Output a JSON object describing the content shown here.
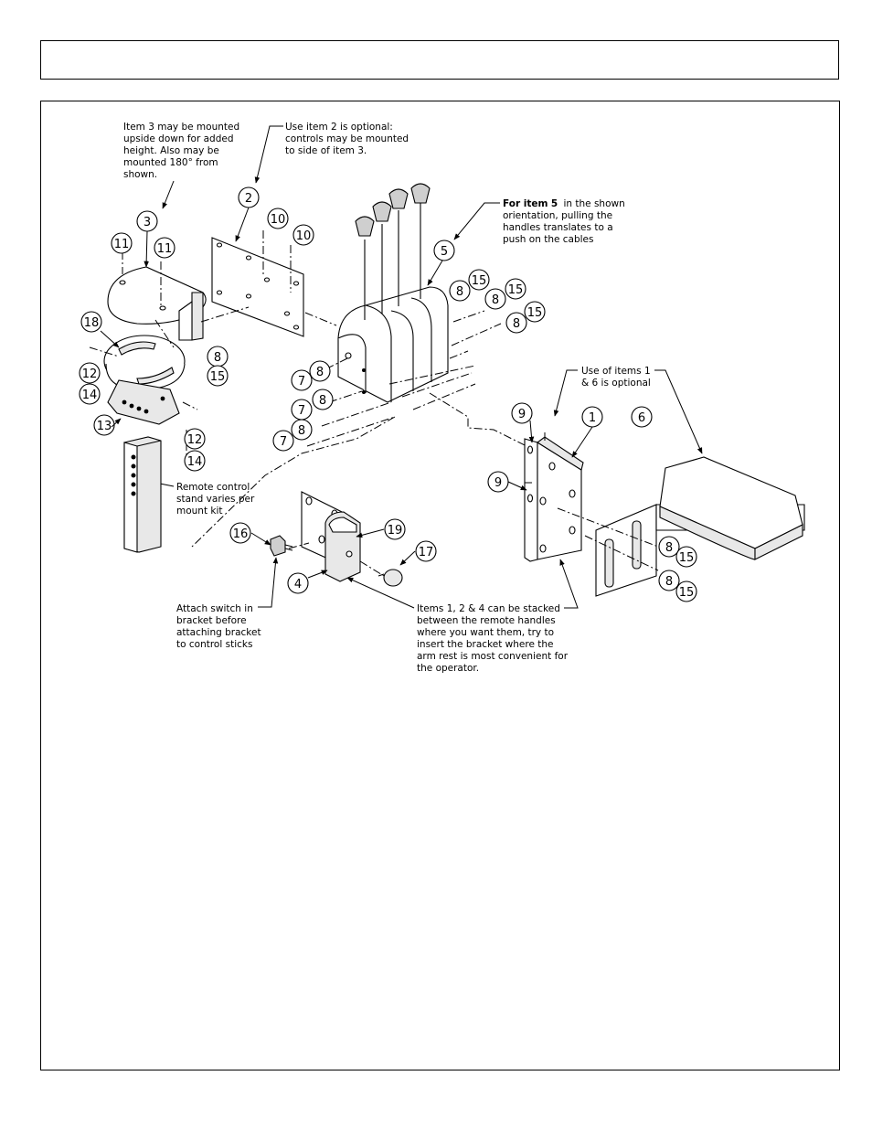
{
  "header": {
    "title": ""
  },
  "notes": {
    "item3": [
      "Item 3 may be mounted",
      "upside down for added",
      "height. Also may be",
      "mounted 180° from",
      "shown."
    ],
    "item2": [
      "Use item 2 is optional:",
      "controls may be mounted",
      "to side of item 3."
    ],
    "item5": [
      "For item 5 in the shown",
      "orientation, pulling the",
      "handles translates to a",
      "push on the cables"
    ],
    "item5_bold": [
      "For item",
      "5"
    ],
    "items16": [
      "Use of items 1",
      "& 6 is optional"
    ],
    "stand": [
      "Remote control",
      "stand varies per",
      "mount kit"
    ],
    "switch": [
      "Attach switch in",
      "bracket before",
      "attaching bracket",
      "to control sticks"
    ],
    "stack": [
      "Items 1, 2 & 4 can be stacked",
      "between the remote handles",
      "where you want them, try to",
      "insert the bracket where the",
      "arm rest is most convenient for",
      "the operator."
    ]
  },
  "callouts": [
    {
      "id": "c1",
      "label": "1"
    },
    {
      "id": "c2",
      "label": "2"
    },
    {
      "id": "c3",
      "label": "3"
    },
    {
      "id": "c4",
      "label": "4"
    },
    {
      "id": "c5",
      "label": "5"
    },
    {
      "id": "c6",
      "label": "6"
    },
    {
      "id": "c7a",
      "label": "7"
    },
    {
      "id": "c7b",
      "label": "7"
    },
    {
      "id": "c7c",
      "label": "7"
    },
    {
      "id": "c8a",
      "label": "8"
    },
    {
      "id": "c8b",
      "label": "8"
    },
    {
      "id": "c8c",
      "label": "8"
    },
    {
      "id": "c8d",
      "label": "8"
    },
    {
      "id": "c8e",
      "label": "8"
    },
    {
      "id": "c8f",
      "label": "8"
    },
    {
      "id": "c8g",
      "label": "8"
    },
    {
      "id": "c8h",
      "label": "8"
    },
    {
      "id": "c8i",
      "label": "8"
    },
    {
      "id": "c9a",
      "label": "9"
    },
    {
      "id": "c9b",
      "label": "9"
    },
    {
      "id": "c10a",
      "label": "10"
    },
    {
      "id": "c10b",
      "label": "10"
    },
    {
      "id": "c11a",
      "label": "11"
    },
    {
      "id": "c11b",
      "label": "11"
    },
    {
      "id": "c12a",
      "label": "12"
    },
    {
      "id": "c12b",
      "label": "12"
    },
    {
      "id": "c13",
      "label": "13"
    },
    {
      "id": "c14a",
      "label": "14"
    },
    {
      "id": "c14b",
      "label": "14"
    },
    {
      "id": "c15a",
      "label": "15"
    },
    {
      "id": "c15b",
      "label": "15"
    },
    {
      "id": "c15c",
      "label": "15"
    },
    {
      "id": "c15d",
      "label": "15"
    },
    {
      "id": "c15e",
      "label": "15"
    },
    {
      "id": "c15f",
      "label": "15"
    },
    {
      "id": "c16",
      "label": "16"
    },
    {
      "id": "c17",
      "label": "17"
    },
    {
      "id": "c18",
      "label": "18"
    },
    {
      "id": "c19",
      "label": "19"
    }
  ]
}
